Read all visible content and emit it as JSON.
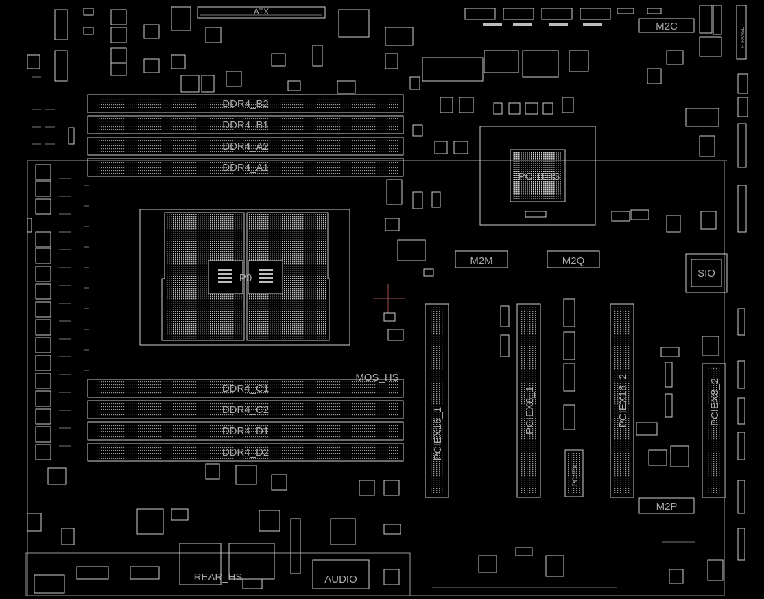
{
  "labels": {
    "atx": "ATX",
    "m2c": "M2C",
    "ddr4_b2": "DDR4_B2",
    "ddr4_b1": "DDR4_B1",
    "ddr4_a2": "DDR4_A2",
    "ddr4_a1": "DDR4_A1",
    "pch": "PCH1HS",
    "p0": "P0",
    "m2m": "M2M",
    "m2q": "M2Q",
    "sio": "SIO",
    "mos_hs": "MOS_HS",
    "ddr4_c1": "DDR4_C1",
    "ddr4_c2": "DDR4_C2",
    "ddr4_d1": "DDR4_D1",
    "ddr4_d2": "DDR4_D2",
    "pciex16_1": "PCIEX16_1",
    "pciex8_1": "PCIEX8_1",
    "pciex16_2": "PCIEX16_2",
    "pciex8_2": "PCIEX8_2",
    "pciex1": "PCIEX1",
    "m2p": "M2P",
    "rear_hs": "REAR_HS",
    "audio": "AUDIO",
    "f_panel": "F_PANEL"
  },
  "colors": {
    "background": "#000000",
    "outline": "#cfcfcf",
    "text": "#a9a9a9"
  }
}
